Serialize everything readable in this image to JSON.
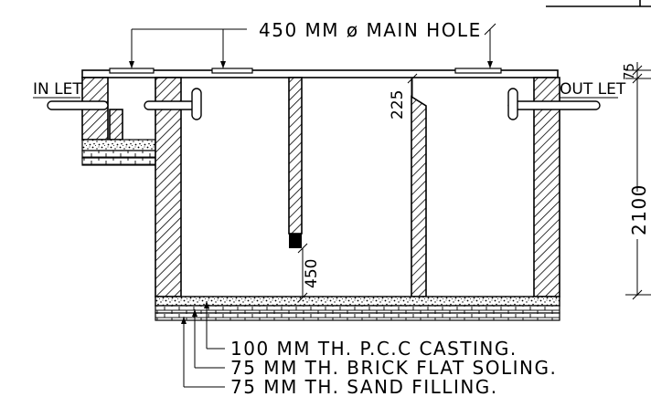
{
  "labels": {
    "main_hole": "450 MM ø MAIN HOLE",
    "inlet": "IN LET",
    "outlet": "OUT LET",
    "dim_225": "225",
    "dim_450": "450",
    "dim_2100": "2100",
    "dim_75": "75",
    "pcc": "100 MM TH. P.C.C CASTING.",
    "soling": "75 MM TH. BRICK FLAT SOLING.",
    "sand": "75 MM TH. SAND FILLING."
  }
}
